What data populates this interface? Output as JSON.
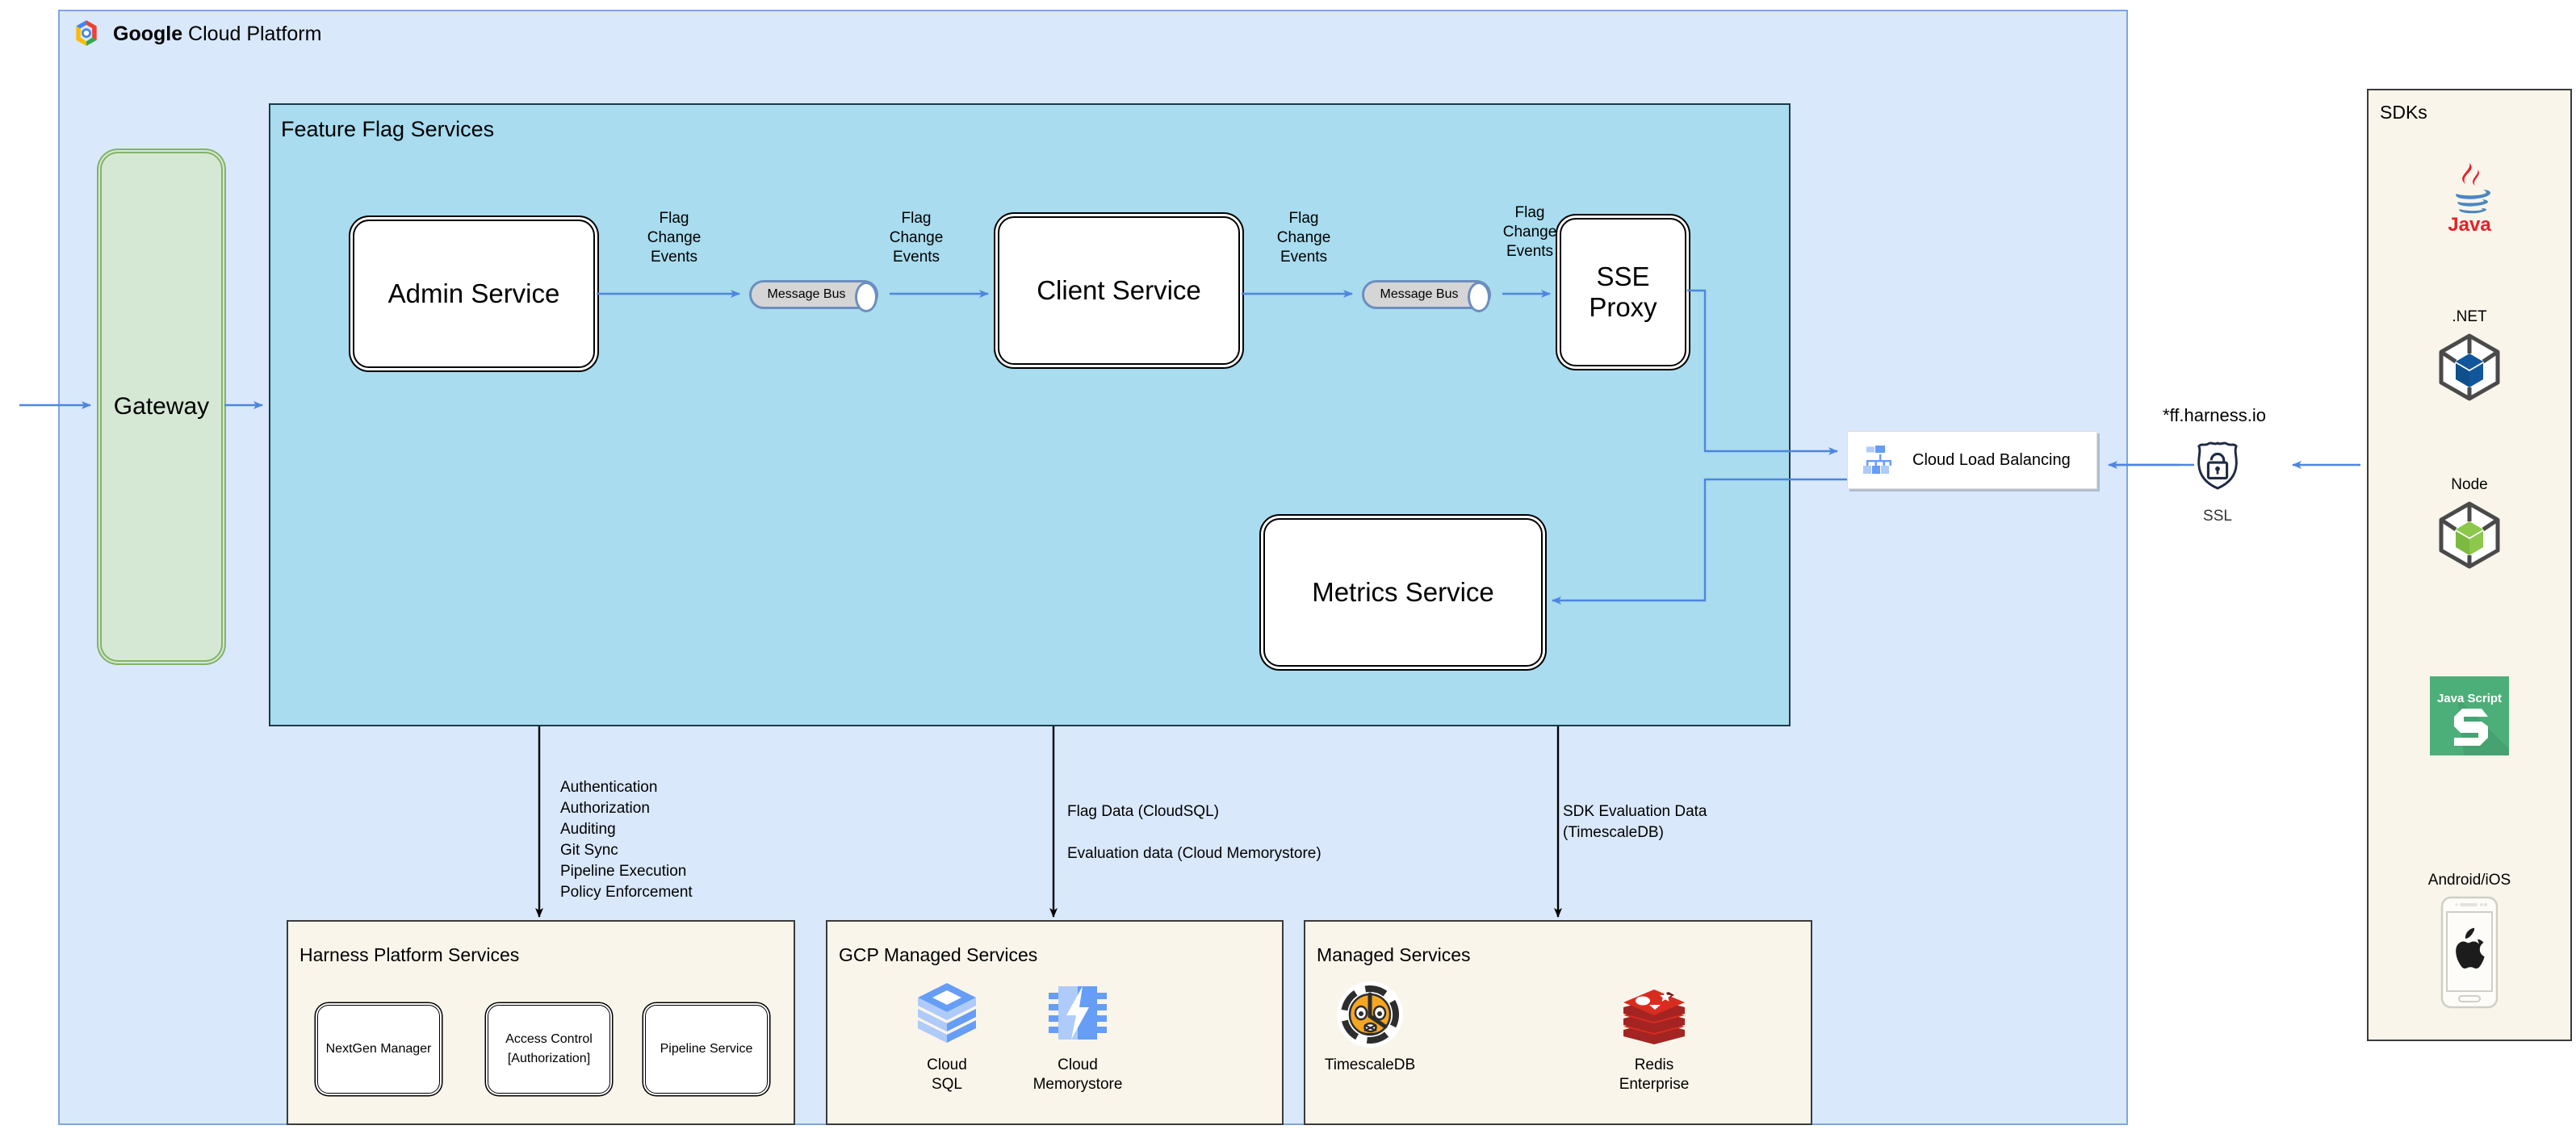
{
  "gcp": {
    "title_brand": "Google",
    "title_rest": " Cloud Platform",
    "logo_icon": "google-cloud-platform-logo-icon"
  },
  "gateway": {
    "label": "Gateway"
  },
  "feature_flag_services": {
    "title": "Feature Flag Services",
    "services": [
      {
        "name": "admin-service",
        "label": "Admin Service"
      },
      {
        "name": "client-service",
        "label": "Client Service"
      },
      {
        "name": "sse-proxy",
        "label": "SSE\nProxy"
      },
      {
        "name": "metrics-service",
        "label": "Metrics Service"
      }
    ],
    "message_buses": [
      {
        "label": "Message Bus"
      },
      {
        "label": "Message Bus"
      }
    ],
    "flow_labels": [
      "Flag\nChange\nEvents",
      "Flag\nChange\nEvents",
      "Flag\nChange\nEvents",
      "Flag\nChange\nEvents"
    ]
  },
  "load_balancer": {
    "label": "Cloud Load Balancing",
    "icon": "cloud-load-balancing-icon"
  },
  "ssl": {
    "host": "*ff.harness.io",
    "label": "SSL",
    "icon": "ssl-shield-lock-icon"
  },
  "connector_notes": [
    "Authentication\nAuthorization\nAuditing\nGit Sync\nPipeline Execution\nPolicy Enforcement",
    "Flag Data (CloudSQL)\n\nEvaluation data (Cloud Memorystore)",
    "SDK Evaluation Data\n(TimescaleDB)"
  ],
  "harness_platform_services": {
    "title": "Harness Platform Services",
    "items": [
      {
        "label": "NextGen Manager"
      },
      {
        "label": "Access Control\n[Authorization]"
      },
      {
        "label": "Pipeline Service"
      }
    ]
  },
  "gcp_managed_services": {
    "title": "GCP Managed Services",
    "items": [
      {
        "label": "Cloud\nSQL",
        "icon": "cloud-sql-icon"
      },
      {
        "label": "Cloud\nMemorystore",
        "icon": "cloud-memorystore-icon"
      }
    ]
  },
  "managed_services": {
    "title": "Managed Services",
    "items": [
      {
        "label": "TimescaleDB",
        "icon": "timescaledb-tiger-icon"
      },
      {
        "label": "Redis\nEnterprise",
        "icon": "redis-icon"
      }
    ]
  },
  "sdks": {
    "title": "SDKs",
    "items": [
      {
        "label": "",
        "icon": "java-icon"
      },
      {
        "label": ".NET",
        "icon": "dotnet-package-cube-icon"
      },
      {
        "label": "Node",
        "icon": "node-package-cube-icon"
      },
      {
        "label": "",
        "icon": "javascript-icon"
      },
      {
        "label": "Android/iOS",
        "icon": "mobile-phone-apple-icon"
      }
    ]
  },
  "colors": {
    "gcp_panel_bg": "#dae8fc",
    "gcp_panel_border": "#7ea6e0",
    "ffs_panel_bg": "#a8dcee",
    "sub_panel_bg": "#faf5eb",
    "gateway_bg": "#d5e8d4",
    "gateway_border": "#82b366",
    "arrow_blue": "#4d86e0",
    "arrow_black": "#000000",
    "message_bus_bg": "#d5d5d5",
    "message_bus_border": "#6c8ebf"
  }
}
